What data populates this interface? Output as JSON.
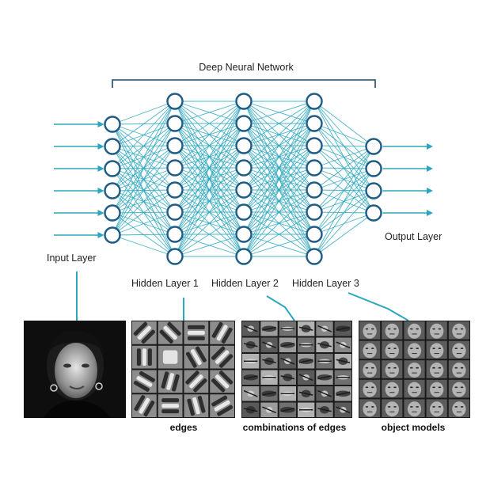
{
  "title": "Deep Neural Network",
  "colors": {
    "edge": "#2aa7bf",
    "node_stroke": "#1e5b85",
    "node_fill": "#ffffff",
    "bracket": "#1e4a6b",
    "text": "#222222"
  },
  "network": {
    "layers": [
      {
        "label": "Input Layer",
        "nodes": 6
      },
      {
        "label": "Hidden Layer 1",
        "nodes": 8
      },
      {
        "label": "Hidden Layer 2",
        "nodes": 8
      },
      {
        "label": "Hidden Layer 3",
        "nodes": 8
      },
      {
        "label": "Output Layer",
        "nodes": 4
      }
    ]
  },
  "panels": [
    {
      "caption": ""
    },
    {
      "caption": "edges"
    },
    {
      "caption": "combinations of edges"
    },
    {
      "caption": "object models"
    }
  ]
}
